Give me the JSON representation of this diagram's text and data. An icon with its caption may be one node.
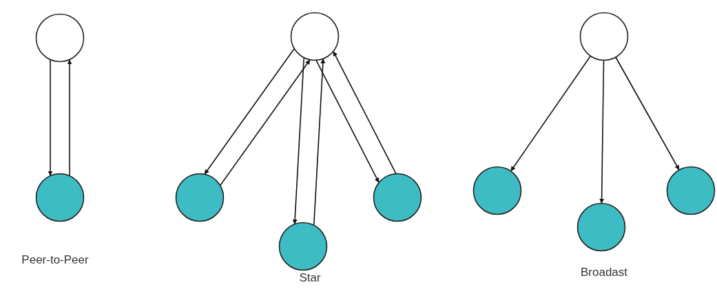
{
  "diagram": {
    "nodes": [
      {
        "text": [],
        "shape": "circle"
      },
      {
        "text": [],
        "shape": "circle"
      },
      {
        "text": [],
        "shape": "circle"
      },
      {
        "text": [],
        "shape": "circle"
      },
      {
        "text": [],
        "shape": "circle"
      },
      {
        "text": [],
        "shape": "circle"
      },
      {
        "text": [],
        "shape": "circle"
      },
      {
        "text": [],
        "shape": "circle"
      },
      {
        "text": [],
        "shape": "circle"
      },
      {
        "text": [],
        "shape": "circle"
      }
    ],
    "edges": [
      {
        "from": 0,
        "to": 1,
        "arrow": "to"
      },
      {
        "from": 1,
        "to": 0,
        "arrow": "to"
      },
      {
        "from": 3,
        "to": 2,
        "arrow": "to"
      },
      {
        "from": 2,
        "to": 3,
        "arrow": "to"
      },
      {
        "from": 4,
        "to": 2,
        "arrow": "to"
      },
      {
        "from": 2,
        "to": 4,
        "arrow": "to"
      },
      {
        "from": 2,
        "to": 5,
        "arrow": "to"
      },
      {
        "from": 5,
        "to": 2,
        "arrow": "to"
      },
      {
        "from": 6,
        "to": 7,
        "arrow": "to"
      },
      {
        "from": 6,
        "to": 8,
        "arrow": "to"
      },
      {
        "from": 6,
        "to": 9,
        "arrow": "to"
      }
    ],
    "labels": [
      "Peer-to-Peer",
      "Star",
      "Broadast"
    ]
  }
}
